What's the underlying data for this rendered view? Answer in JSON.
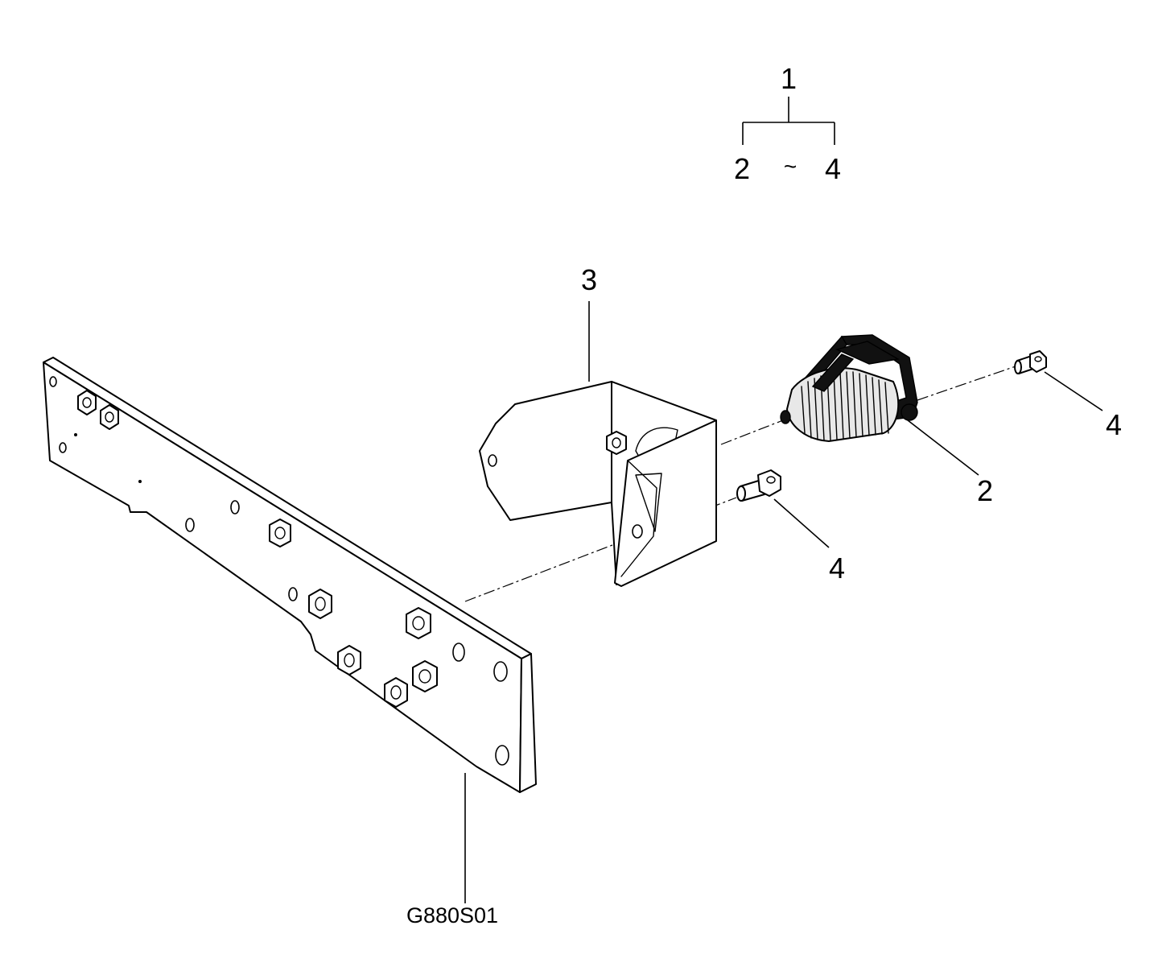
{
  "callouts": {
    "assembly": "1",
    "range_start": "2",
    "range_sep": "~",
    "range_end": "4",
    "bracket": "3",
    "fan_motor": "2",
    "screw_upper": "4",
    "screw_lower": "4"
  },
  "figure_code": "G880S01"
}
